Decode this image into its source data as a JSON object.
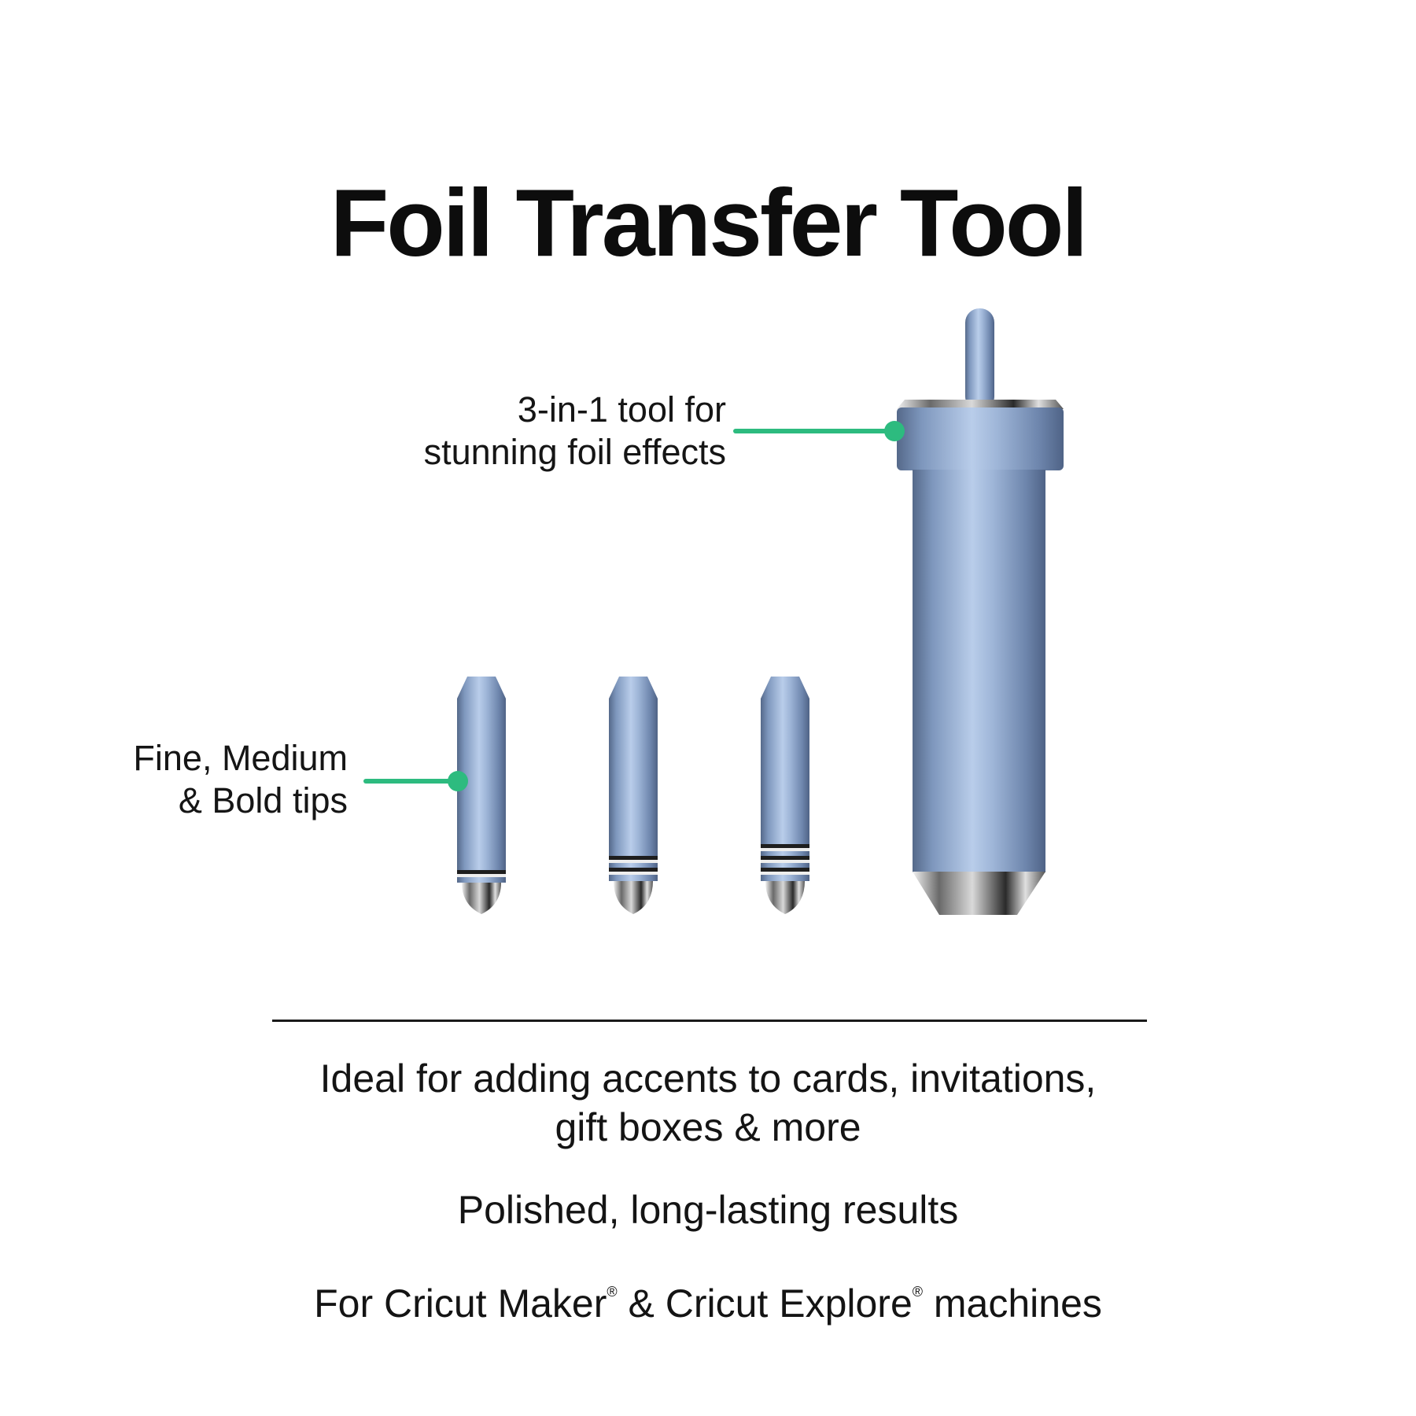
{
  "title": "Foil Transfer Tool",
  "callouts": {
    "housing": {
      "line1": "3-in-1 tool for",
      "line2": "stunning foil effects"
    },
    "tips": {
      "line1": "Fine, Medium",
      "line2": "& Bold tips"
    }
  },
  "features": [
    {
      "line1": "Ideal for adding accents to cards, invitations,",
      "line2": "gift boxes & more"
    },
    {
      "line1": "Polished, long-lasting results"
    },
    {
      "part1": "For Cricut Maker",
      "reg1": "®",
      "part2": " & Cricut Explore",
      "reg2": "®",
      "part3": " machines"
    }
  ],
  "colors": {
    "accent_green": "#2dbb7f",
    "tool_blue": "#7f9cc4",
    "text": "#111111"
  },
  "product_parts": [
    "housing-tool",
    "fine-tip",
    "medium-tip",
    "bold-tip"
  ]
}
